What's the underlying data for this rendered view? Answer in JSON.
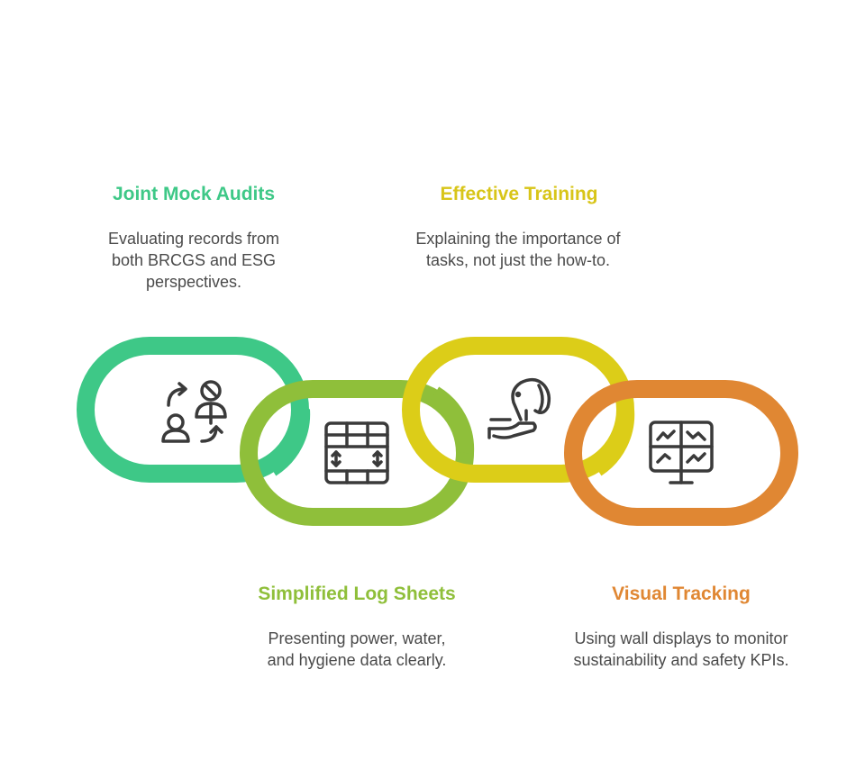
{
  "steps": [
    {
      "title": "Joint Mock Audits",
      "desc": "Evaluating records from both BRCGS and ESG perspectives.",
      "color": "#3ec887",
      "icon": "audit-people-icon"
    },
    {
      "title": "Simplified Log Sheets",
      "desc": "Presenting power, water, and hygiene data clearly.",
      "color": "#8fbf3a",
      "icon": "table-sheet-icon"
    },
    {
      "title": "Effective Training",
      "desc": "Explaining the importance of tasks, not just the how-to.",
      "color": "#dccd18",
      "icon": "dog-training-icon"
    },
    {
      "title": "Visual Tracking",
      "desc": "Using wall displays to monitor sustainability and safety KPIs.",
      "color": "#e08733",
      "icon": "monitor-dashboard-icon"
    }
  ]
}
